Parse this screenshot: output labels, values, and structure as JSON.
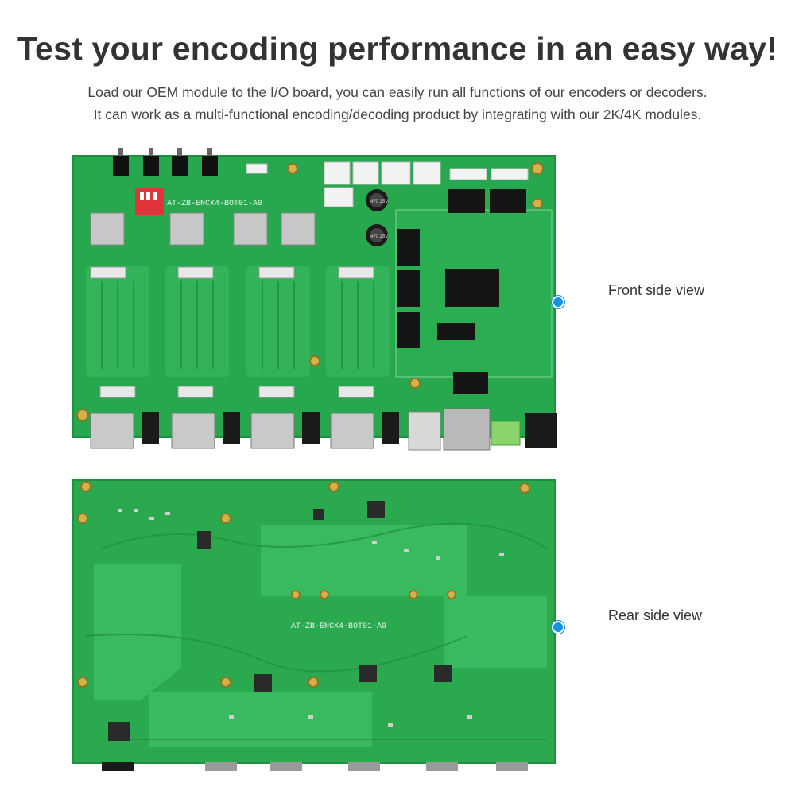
{
  "header": {
    "title": "Test your encoding performance in an easy way!",
    "line1": "Load our OEM module to the I/O board, you can easily run all functions of our encoders or decoders.",
    "line2": "It can work as a multi-functional encoding/decoding product by integrating with our 2K/4K modules."
  },
  "boards": {
    "front_silkscreen": "AT-ZB-ENCX4-BOT01-A0",
    "rear_silkscreen": "AT-ZB-ENCX4-BOT01-A0",
    "capacitor_1": "470 25V",
    "capacitor_2": "470 25V"
  },
  "callouts": {
    "front": "Front side view",
    "rear": "Rear side view"
  },
  "colors": {
    "pcb": "#27a84e",
    "pcb_dark": "#1f8f40",
    "trace": "#3bbd60",
    "accent": "#1592e0"
  }
}
